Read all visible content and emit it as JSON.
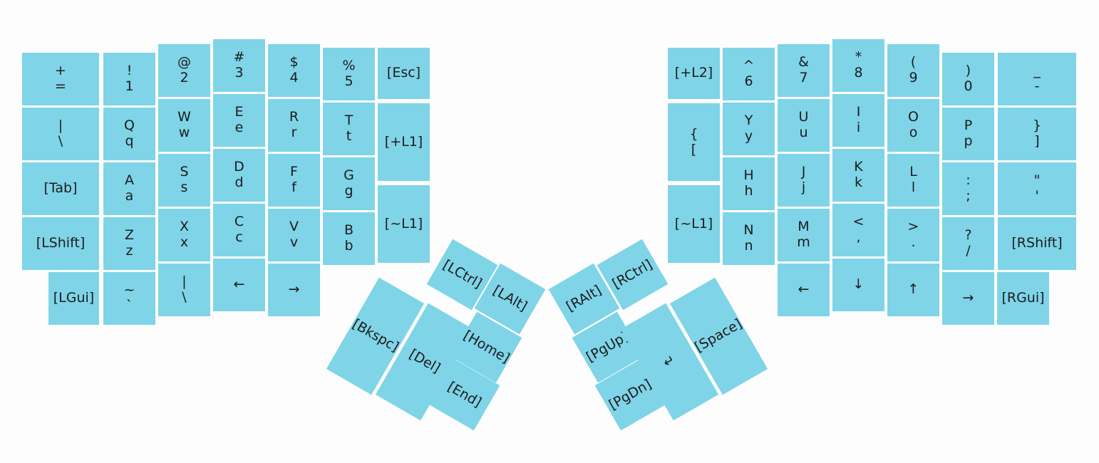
{
  "key_color": "#7fd4e8",
  "background": "#fdfdfd",
  "left_hand": {
    "col0": [
      {
        "top": "+",
        "bottom": "="
      },
      {
        "top": "|",
        "bottom": "\\"
      },
      {
        "top": "[Tab]",
        "bottom": ""
      },
      {
        "top": "[LShift]",
        "bottom": ""
      }
    ],
    "col1": [
      {
        "top": "!",
        "bottom": "1"
      },
      {
        "top": "Q",
        "bottom": "q"
      },
      {
        "top": "A",
        "bottom": "a"
      },
      {
        "top": "Z",
        "bottom": "z"
      },
      {
        "top": "~",
        "bottom": "`"
      }
    ],
    "col2": [
      {
        "top": "@",
        "bottom": "2"
      },
      {
        "top": "W",
        "bottom": "w"
      },
      {
        "top": "S",
        "bottom": "s"
      },
      {
        "top": "X",
        "bottom": "x"
      },
      {
        "top": "|",
        "bottom": "\\"
      }
    ],
    "col3": [
      {
        "top": "#",
        "bottom": "3"
      },
      {
        "top": "E",
        "bottom": "e"
      },
      {
        "top": "D",
        "bottom": "d"
      },
      {
        "top": "C",
        "bottom": "c"
      },
      {
        "top": "←",
        "bottom": ""
      }
    ],
    "col4": [
      {
        "top": "$",
        "bottom": "4"
      },
      {
        "top": "R",
        "bottom": "r"
      },
      {
        "top": "F",
        "bottom": "f"
      },
      {
        "top": "V",
        "bottom": "v"
      },
      {
        "top": "→",
        "bottom": ""
      }
    ],
    "col5": [
      {
        "top": "%",
        "bottom": "5"
      },
      {
        "top": "T",
        "bottom": "t"
      },
      {
        "top": "G",
        "bottom": "g"
      },
      {
        "top": "B",
        "bottom": "b"
      }
    ],
    "col6": [
      {
        "top": "[Esc]",
        "bottom": ""
      },
      {
        "top": "[+L1]",
        "bottom": ""
      },
      {
        "top": "[~L1]",
        "bottom": ""
      }
    ],
    "lgui": "[LGui]"
  },
  "right_hand": {
    "col0": [
      {
        "top": "[+L2]",
        "bottom": ""
      },
      {
        "top": "{",
        "bottom": "["
      },
      {
        "top": "[~L1]",
        "bottom": ""
      }
    ],
    "col1": [
      {
        "top": "^",
        "bottom": "6"
      },
      {
        "top": "Y",
        "bottom": "y"
      },
      {
        "top": "H",
        "bottom": "h"
      },
      {
        "top": "N",
        "bottom": "n"
      }
    ],
    "col2": [
      {
        "top": "&",
        "bottom": "7"
      },
      {
        "top": "U",
        "bottom": "u"
      },
      {
        "top": "J",
        "bottom": "j"
      },
      {
        "top": "M",
        "bottom": "m"
      },
      {
        "top": "←",
        "bottom": ""
      }
    ],
    "col3": [
      {
        "top": "*",
        "bottom": "8"
      },
      {
        "top": "I",
        "bottom": "i"
      },
      {
        "top": "K",
        "bottom": "k"
      },
      {
        "top": "<",
        "bottom": ","
      },
      {
        "top": "↓",
        "bottom": ""
      }
    ],
    "col4": [
      {
        "top": "(",
        "bottom": "9"
      },
      {
        "top": "O",
        "bottom": "o"
      },
      {
        "top": "L",
        "bottom": "l"
      },
      {
        "top": ">",
        "bottom": "."
      },
      {
        "top": "↑",
        "bottom": ""
      }
    ],
    "col5": [
      {
        "top": ")",
        "bottom": "0"
      },
      {
        "top": "P",
        "bottom": "p"
      },
      {
        "top": ":",
        "bottom": ";"
      },
      {
        "top": "?",
        "bottom": "/"
      },
      {
        "top": "→",
        "bottom": ""
      }
    ],
    "col6": [
      {
        "top": "_",
        "bottom": "-"
      },
      {
        "top": "}",
        "bottom": "]"
      },
      {
        "top": "\"",
        "bottom": "'"
      },
      {
        "top": "[RShift]",
        "bottom": ""
      }
    ],
    "rgui": "[RGui]"
  },
  "left_thumb": {
    "lctrl": "[LCtrl]",
    "lalt": "[LAlt]",
    "bkspc": "[Bkspc]",
    "del": "[Del]",
    "home": "[Home]",
    "end": "[End]"
  },
  "right_thumb": {
    "ralt": "[RAlt]",
    "rctrl": "[RCtrl]",
    "pgup": "[PgUp]",
    "pgdn": "[PgDn]",
    "enter": "↵",
    "space": "[Space]"
  }
}
